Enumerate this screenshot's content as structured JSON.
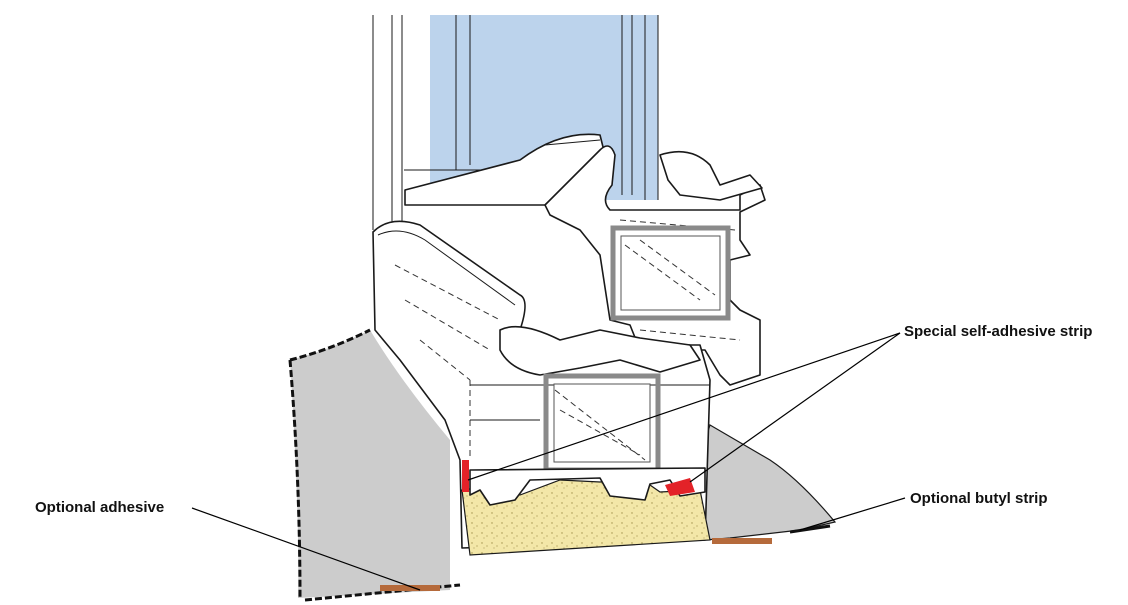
{
  "labels": {
    "optional_adhesive": "Optional adhesive",
    "special_strip": "Special self-adhesive strip",
    "optional_butyl": "Optional butyl strip"
  },
  "colors": {
    "glass": "#bcd3ec",
    "glass_edge": "#7f9fd0",
    "sill_grey": "#cccccc",
    "foam": "#f3e7a8",
    "red_strip": "#e32228",
    "brown_strip": "#b56a3b",
    "steel": "#8a8a8a"
  }
}
